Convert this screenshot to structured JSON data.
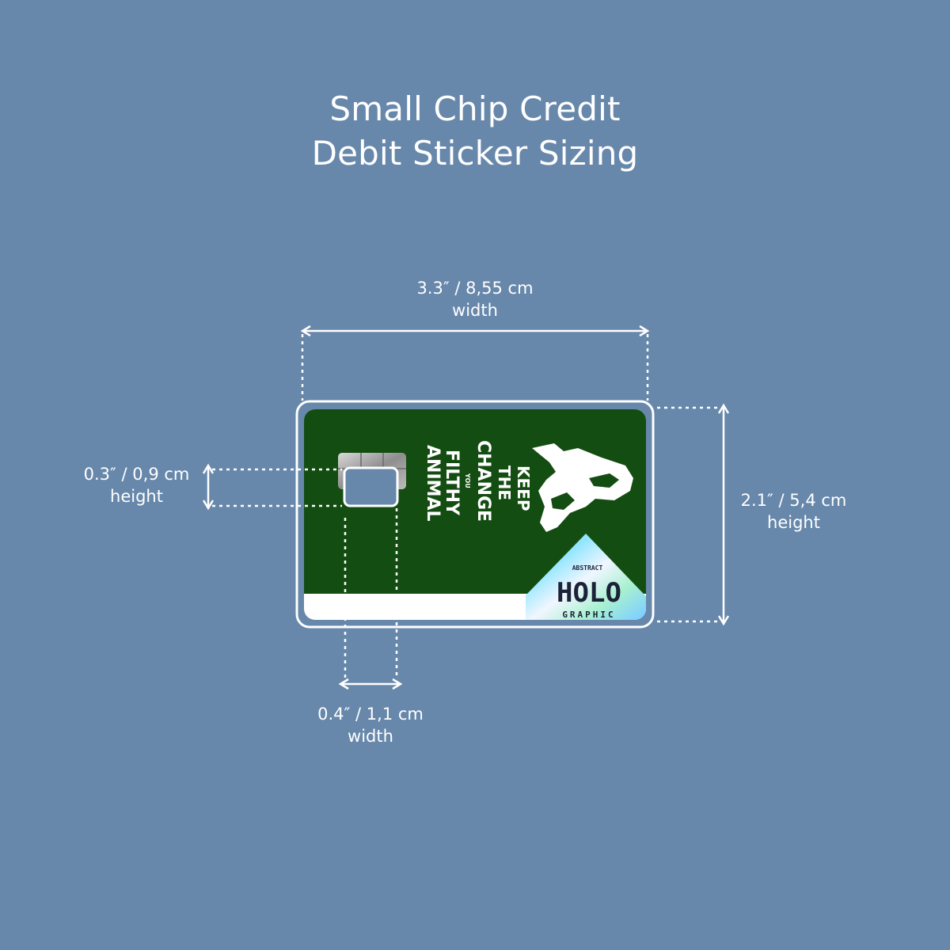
{
  "title": {
    "line1": "Small Chip Credit",
    "line2": "Debit Sticker Sizing"
  },
  "dimensions": {
    "card_width": {
      "value": "3.3″ / 8,55 cm",
      "label": "width"
    },
    "card_height": {
      "value": "2.1″ / 5,4 cm",
      "label": "height"
    },
    "chip_height": {
      "value": "0.3″ / 0,9 cm",
      "label": "height"
    },
    "chip_width": {
      "value": "0.4″ / 1,1 cm",
      "label": "width"
    }
  },
  "card": {
    "text_lines": [
      "KEEP",
      "THE",
      "CHANGE",
      "YOU",
      "FILTHY",
      "ANIMAL"
    ],
    "badge": {
      "top": "ABSTRACT",
      "main": "HOLO",
      "bottom": "GRAPHIC"
    }
  },
  "icons": {
    "chip": "chip-icon",
    "silhouette": "silhouette-icon",
    "badge": "holographic-badge-icon"
  },
  "colors": {
    "background": "#6788ab",
    "card_green": "#144d12",
    "line": "#ffffff"
  }
}
